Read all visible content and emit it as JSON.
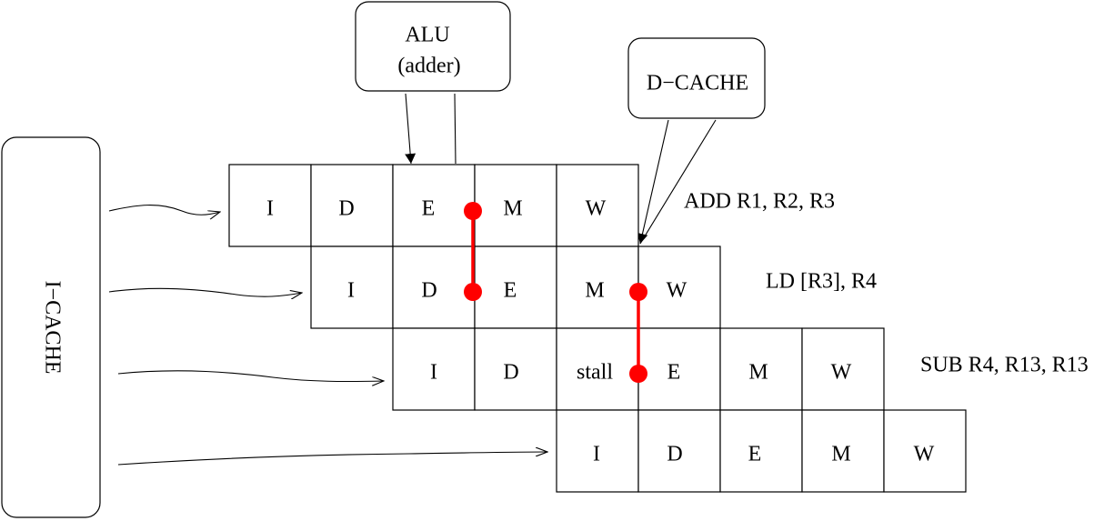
{
  "units": {
    "alu_line1": "ALU",
    "alu_line2": "(adder)",
    "dcache": "D−CACHE",
    "icache": "I−CACHE"
  },
  "pipeline": [
    {
      "instruction": "ADD  R1, R2, R3",
      "stages": [
        "I",
        "D",
        "E",
        "M",
        "W"
      ]
    },
    {
      "instruction": "LD [R3], R4",
      "stages": [
        "I",
        "D",
        "E",
        "M",
        "W"
      ]
    },
    {
      "instruction": "SUB R4, R13, R13",
      "stages": [
        "I",
        "D",
        "stall",
        "E",
        "M",
        "W"
      ]
    },
    {
      "instruction": "",
      "stages": [
        "I",
        "D",
        "E",
        "M",
        "W"
      ]
    }
  ],
  "colors": {
    "forwarding": "#ff0000",
    "stroke": "#000000"
  }
}
